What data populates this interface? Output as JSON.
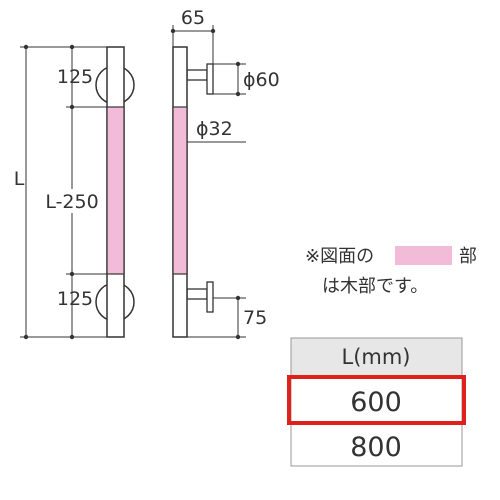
{
  "diagram": {
    "dimensions": {
      "overall_length": "L",
      "wood_length": "L-250",
      "top_offset": "125",
      "bottom_offset": "125",
      "projection": "65",
      "base_diameter": "ϕ60",
      "bar_diameter": "ϕ32",
      "base_height": "75"
    },
    "note": {
      "line1_prefix": "※図面の",
      "line1_suffix": "部",
      "line2": "は木部です。"
    },
    "colors": {
      "wood_pink": "#f2bcd8",
      "highlight_red": "#e0201c",
      "table_header_gray": "#e7e7e7",
      "line": "#333333"
    }
  },
  "size_table": {
    "header": "L(mm)",
    "rows": [
      "600",
      "800"
    ],
    "selected_index": 0
  }
}
